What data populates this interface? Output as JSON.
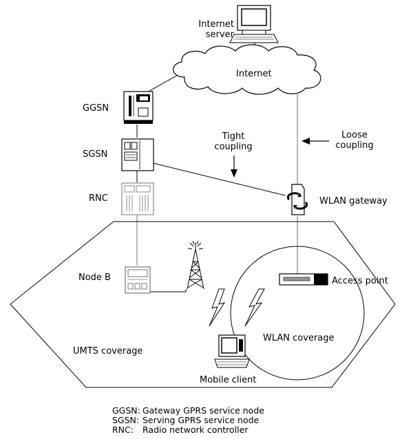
{
  "labels": {
    "internet_server": [
      "Internet",
      "server"
    ],
    "internet": "Internet",
    "ggsn": "GGSN",
    "sgsn": "SGSN",
    "rnc": "RNC",
    "node_b": "Node B",
    "tight_coupling": [
      "Tight",
      "coupling"
    ],
    "loose_coupling": [
      "Loose",
      "coupling"
    ],
    "wlan_gateway": "WLAN gateway",
    "access_point": "Access point",
    "wlan_coverage": "WLAN coverage",
    "umts_coverage": "UMTS coverage",
    "mobile_client": "Mobile client"
  },
  "legend": [
    {
      "abbr": "GGSN:",
      "text": "Gateway GPRS service node"
    },
    {
      "abbr": "SGSN:",
      "text": "Serving GPRS service node"
    },
    {
      "abbr": "RNC:",
      "text": "Radio network controller"
    }
  ]
}
